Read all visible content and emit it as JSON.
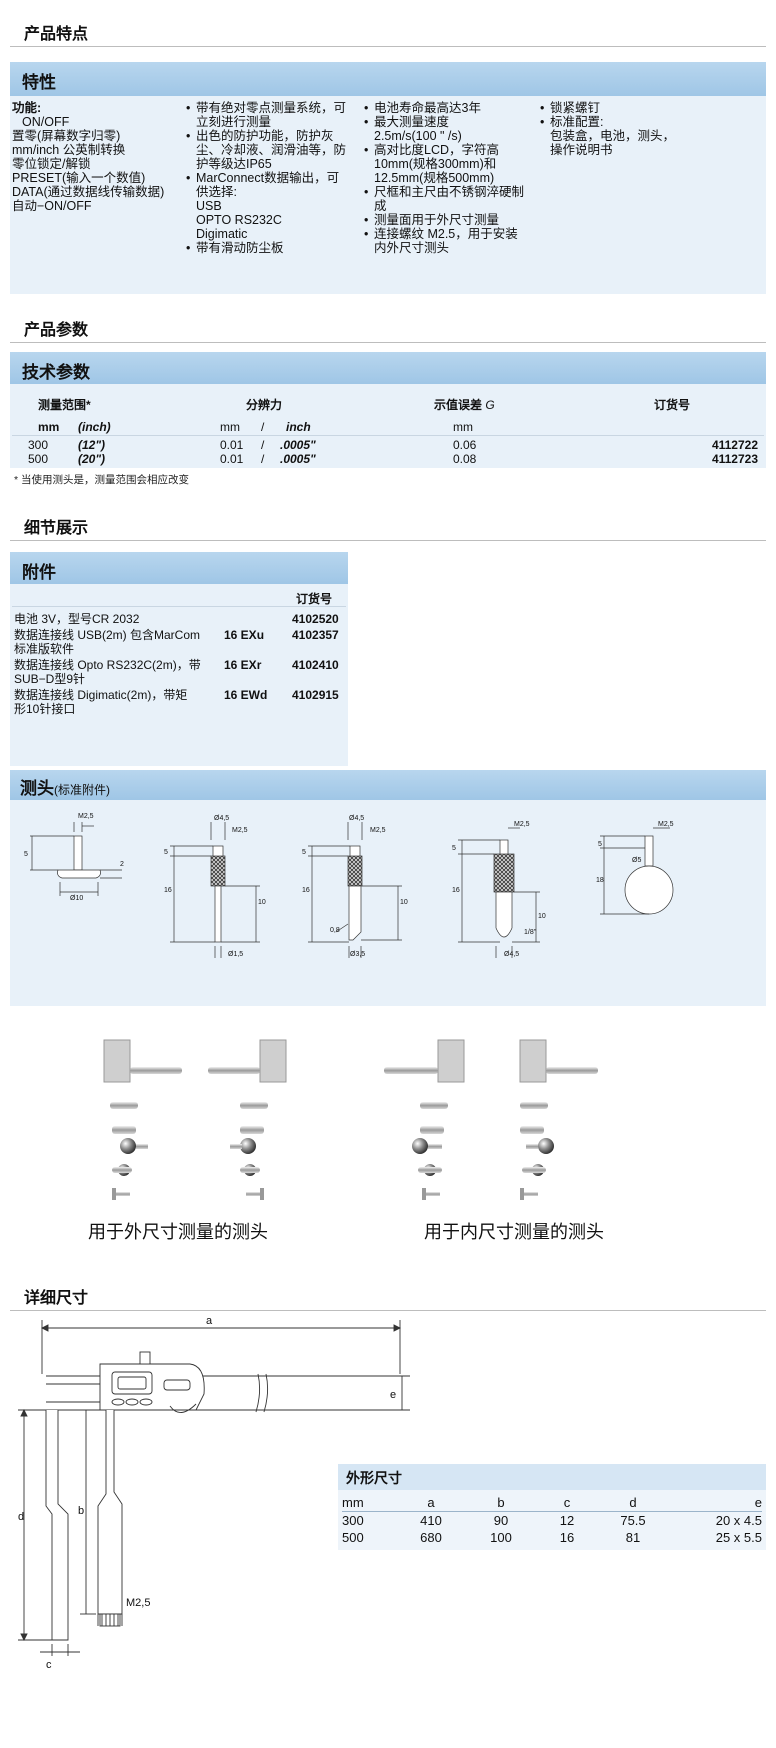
{
  "features_section": {
    "title": "产品特点"
  },
  "features": {
    "bar_title": "特性",
    "col1": {
      "heading": "功能:",
      "lines": [
        "ON/OFF",
        "置零(屏幕数字归零)",
        "mm/inch 公英制转换",
        "零位锁定/解锁",
        "PRESET(输入一个数值)",
        "DATA(通过数据线传输数据)",
        "自动−ON/OFF"
      ]
    },
    "col2": [
      {
        "lines": [
          "带有绝对零点测量系统，可",
          "立刻进行测量"
        ]
      },
      {
        "lines": [
          "出色的防护功能，防护灰",
          "尘、冷却液、润滑油等，防",
          "护等级达IP65"
        ]
      },
      {
        "lines": [
          "MarConnect数据输出，可",
          "供选择:",
          "USB",
          "OPTO RS232C",
          "Digimatic"
        ]
      },
      {
        "lines": [
          "带有滑动防尘板"
        ]
      }
    ],
    "col3": [
      {
        "lines": [
          "电池寿命最高达3年"
        ]
      },
      {
        "lines": [
          "最大测量速度",
          "2.5m/s(100 \" /s)"
        ]
      },
      {
        "lines": [
          "高对比度LCD，字符高",
          "10mm(规格300mm)和",
          "12.5mm(规格500mm)"
        ]
      },
      {
        "lines": [
          "尺框和主尺由不锈钢淬硬制",
          "成"
        ]
      },
      {
        "lines": [
          "测量面用于外尺寸测量"
        ]
      },
      {
        "lines": [
          "连接螺纹 M2.5，用于安装",
          "内外尺寸测头"
        ]
      }
    ],
    "col4": [
      {
        "lines": [
          "锁紧螺钉"
        ]
      },
      {
        "lines": [
          "标准配置:",
          "包装盒，电池，测头，",
          "操作说明书"
        ]
      }
    ]
  },
  "params_section": {
    "title": "产品参数"
  },
  "tech": {
    "bar_title": "技术参数",
    "headers": {
      "range": "测量范围*",
      "resolution": "分辨力",
      "error": "示值误差",
      "error_symbol": "G",
      "order": "订货号"
    },
    "units": {
      "mm": "mm",
      "inch": "(inch)",
      "res_mm": "mm",
      "slash": "/",
      "res_inch": "inch",
      "err_mm": "mm"
    },
    "rows": [
      {
        "mm": "300",
        "inch": "(12\")",
        "res_mm": "0.01",
        "slash": "/",
        "res_inch": ".0005\"",
        "error": "0.06",
        "order": "4112722"
      },
      {
        "mm": "500",
        "inch": "(20\")",
        "res_mm": "0.01",
        "slash": "/",
        "res_inch": ".0005\"",
        "error": "0.08",
        "order": "4112723"
      }
    ],
    "footnote": "* 当使用测头是，测量范围会相应改变"
  },
  "detail_section": {
    "title": "细节展示"
  },
  "accessories": {
    "bar_title": "附件",
    "header_order": "订货号",
    "rows": [
      {
        "lines": [
          "电池 3V，型号CR 2032"
        ],
        "code": "",
        "order": "4102520"
      },
      {
        "lines": [
          "数据连接线 USB(2m) 包含MarCom",
          "标准版软件"
        ],
        "code": "16 EXu",
        "order": "4102357"
      },
      {
        "lines": [
          "数据连接线 Opto RS232C(2m)，带",
          "SUB−D型9针"
        ],
        "code": "16 EXr",
        "order": "4102410"
      },
      {
        "lines": [
          "数据连接线 Digimatic(2m)，带矩",
          "形10针接口"
        ],
        "code": "16 EWd",
        "order": "4102915"
      }
    ]
  },
  "probes": {
    "bar_title": "测头",
    "bar_sub": "(标准附件)",
    "p1": {
      "m": "M2,5",
      "d5": "5",
      "d2": "2",
      "dia": "Ø10"
    },
    "p2": {
      "top": "Ø4,5",
      "m": "M2,5",
      "d5": "5",
      "d16": "16",
      "d10": "10",
      "dia": "Ø1,5"
    },
    "p3": {
      "top": "Ø4,5",
      "m": "M2,5",
      "d5": "5",
      "d16": "16",
      "d10": "10",
      "d08": "0,8",
      "dia": "Ø3,5"
    },
    "p4": {
      "m": "M2,5",
      "d5": "5",
      "d16": "16",
      "d10": "10",
      "r": "1/8\"",
      "dia": "Ø4,5"
    },
    "p5": {
      "m": "M2,5",
      "d5": "5",
      "d18": "18",
      "dia": "Ø5"
    }
  },
  "photos": {
    "outer_caption": "用于外尺寸测量的测头",
    "inner_caption": "用于内尺寸测量的测头"
  },
  "dims_section": {
    "title": "详细尺寸"
  },
  "drawing": {
    "a": "a",
    "b": "b",
    "c": "c",
    "d": "d",
    "e": "e",
    "m": "M2,5"
  },
  "dims_table": {
    "title": "外形尺寸",
    "headers": [
      "mm",
      "a",
      "b",
      "c",
      "d",
      "e"
    ],
    "rows": [
      [
        "300",
        "410",
        "90",
        "12",
        "75.5",
        "20 x 4.5"
      ],
      [
        "500",
        "680",
        "100",
        "16",
        "81",
        "25 x 5.5"
      ]
    ]
  }
}
